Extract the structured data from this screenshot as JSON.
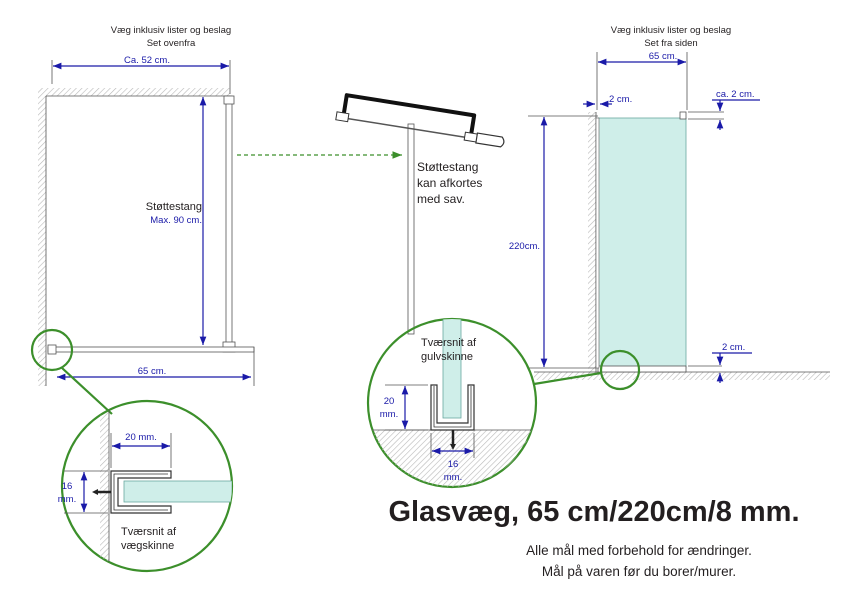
{
  "top_view": {
    "heading_line1": "Væg inklusiv lister og beslag",
    "heading_line2": "Set ovenfra",
    "dim_width_top": "Ca. 52 cm.",
    "rod_label": "Støttestang",
    "rod_max": "Max. 90 cm.",
    "dim_width_bottom": "65 cm."
  },
  "wall_detail": {
    "dim_width": "20 mm.",
    "dim_height_line1": "16",
    "dim_height_line2": "mm.",
    "caption_line1": "Tværsnit af",
    "caption_line2": "vægskinne"
  },
  "rod_note": {
    "line1": "Støttestang",
    "line2": "kan afkortes",
    "line3": "med sav."
  },
  "floor_detail": {
    "caption_line1": "Tværsnit af",
    "caption_line2": "gulvskinne",
    "dim_height_line1": "20",
    "dim_height_line2": "mm.",
    "dim_width_line1": "16",
    "dim_width_line2": "mm."
  },
  "side_view": {
    "heading_line1": "Væg inklusiv lister og beslag",
    "heading_line2": "Set fra siden",
    "dim_width": "65 cm.",
    "dim_left_gap": "2 cm.",
    "dim_top_gap": "ca. 2 cm.",
    "dim_height": "220cm.",
    "dim_bottom_gap": "2 cm."
  },
  "title": "Glasvæg, 65 cm/220cm/8 mm.",
  "disclaimer_line1": "Alle mål med forbehold for ændringer.",
  "disclaimer_line2": "Mål på varen før du borer/murer.",
  "colors": {
    "dimension": "#1a1aa8",
    "callout": "#3c8f2b",
    "glass": "#cfeee9"
  }
}
